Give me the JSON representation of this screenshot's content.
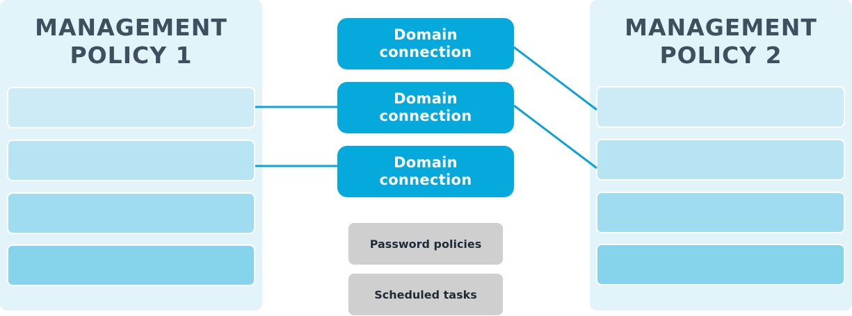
{
  "policies": [
    {
      "title": "MANAGEMENT\nPOLICY 1"
    },
    {
      "title": "MANAGEMENT\nPOLICY 2"
    }
  ],
  "domain_connections": [
    {
      "label": "Domain\nconnection"
    },
    {
      "label": "Domain\nconnection"
    },
    {
      "label": "Domain\nconnection"
    }
  ],
  "other_items": {
    "password_policies": "Password policies",
    "scheduled_tasks": "Scheduled tasks"
  },
  "colors": {
    "panel_bg": "#e2f3f9",
    "connection_fill": "#05a9dc",
    "connector_line": "#0aa3d6",
    "title_text": "#3e4f5e",
    "grey_box": "#cfcfcf"
  }
}
